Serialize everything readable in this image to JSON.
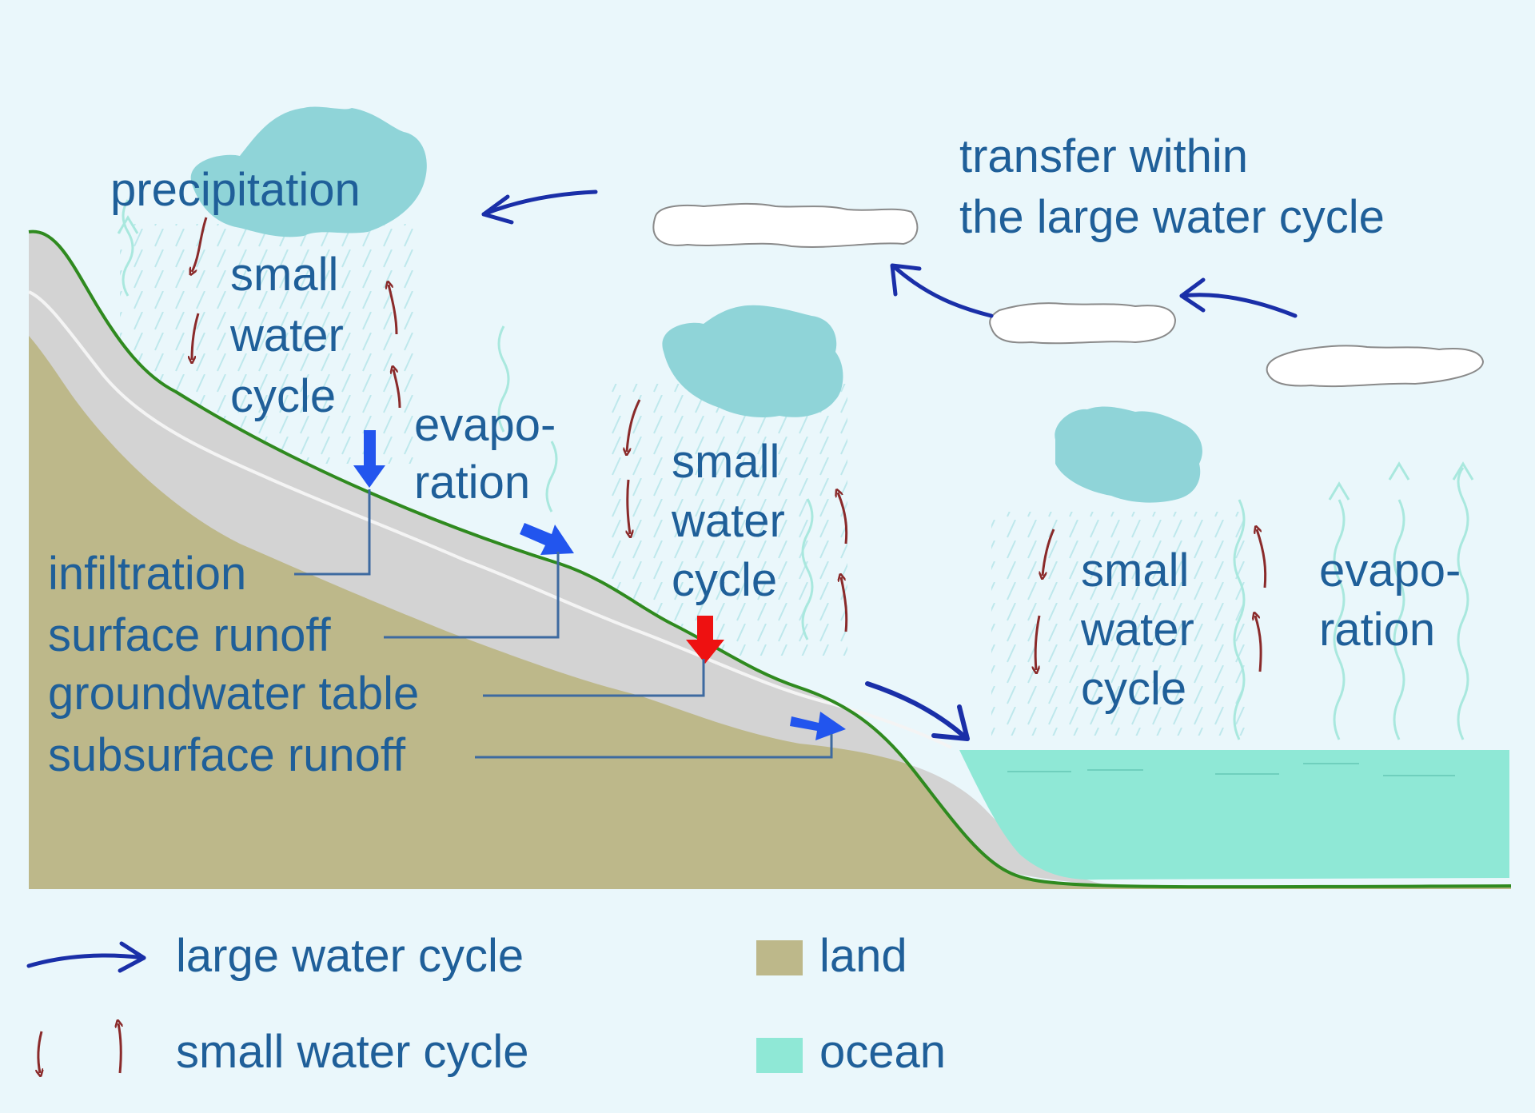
{
  "labels": {
    "precipitation": "precipitation",
    "transfer_line1": "transfer within",
    "transfer_line2": "the large water cycle",
    "small_cycle_left": [
      "small",
      "water",
      "cycle"
    ],
    "small_cycle_mid": [
      "small",
      "water",
      "cycle"
    ],
    "small_cycle_right": [
      "small",
      "water",
      "cycle"
    ],
    "evaporation_left": [
      "evapo-",
      "ration"
    ],
    "evaporation_right": [
      "evapo-",
      "ration"
    ],
    "infiltration": "infiltration",
    "surface_runoff": "surface runoff",
    "groundwater_table": "groundwater table",
    "subsurface_runoff": "subsurface runoff"
  },
  "legend": {
    "large_water_cycle": "large water cycle",
    "small_water_cycle": "small water cycle",
    "land": "land",
    "ocean": "ocean"
  },
  "colors": {
    "background": "#eaf7fb",
    "land": "#bdb88a",
    "soil_layer": "#d3d3d3",
    "ocean": "#8fe8d6",
    "rain_cloud": "#8fd4d8",
    "large_cycle_arrow": "#1a2fa8",
    "small_cycle_arrow": "#8a2a2a",
    "process_arrow": "#2255ee",
    "groundwater_arrow": "#ee1111",
    "label_text": "#1f5f99",
    "ground_line": "#2f8a1f"
  }
}
